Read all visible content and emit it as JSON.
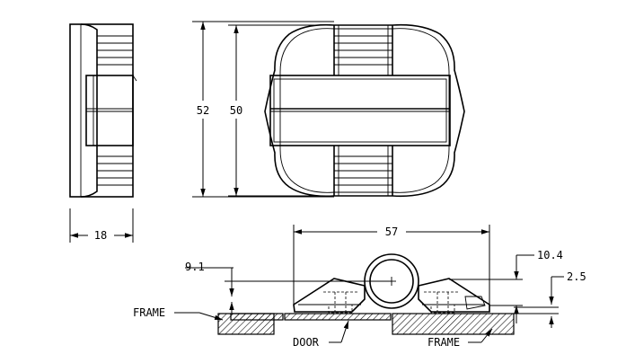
{
  "dimensions": {
    "width_side": "18",
    "height_outer": "52",
    "height_inner": "50",
    "length": "57",
    "height_section": "9.1",
    "height_knuckle": "10.4",
    "thickness": "2.5"
  },
  "callouts": {
    "frame_left": "FRAME",
    "door": "DOOR",
    "frame_right": "FRAME"
  }
}
